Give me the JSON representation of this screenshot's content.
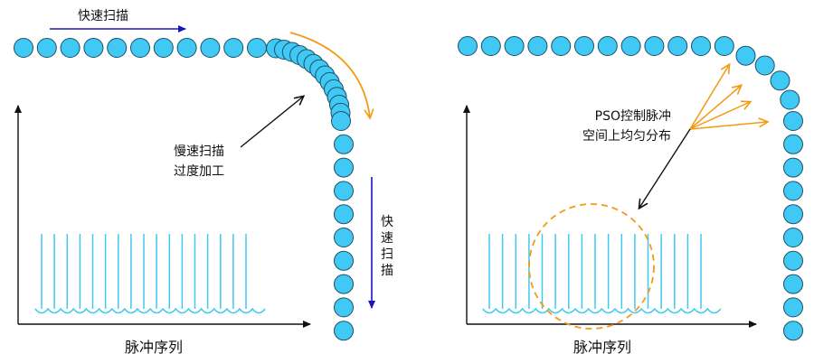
{
  "left_panel": {
    "top_arrow_label": "快速扫描",
    "slow_label_line1": "慢速扫描",
    "slow_label_line2": "过度加工",
    "right_arrow_label": [
      "快",
      "速",
      "扫",
      "描"
    ],
    "axis_label": "脉冲序列"
  },
  "right_panel": {
    "pso_label_line1": "PSO控制脉冲",
    "pso_label_line2": "空间上均匀分布",
    "axis_label": "脉冲序列"
  },
  "colors": {
    "dot_fill": "#3fc9f4",
    "dot_stroke": "#1f4f66",
    "fast_arrow": "#1a13c9",
    "curve_arrow": "#f39a12",
    "pulse": "#3fc9f4",
    "axis": "#111111",
    "dashed_circle": "#f39a12"
  }
}
